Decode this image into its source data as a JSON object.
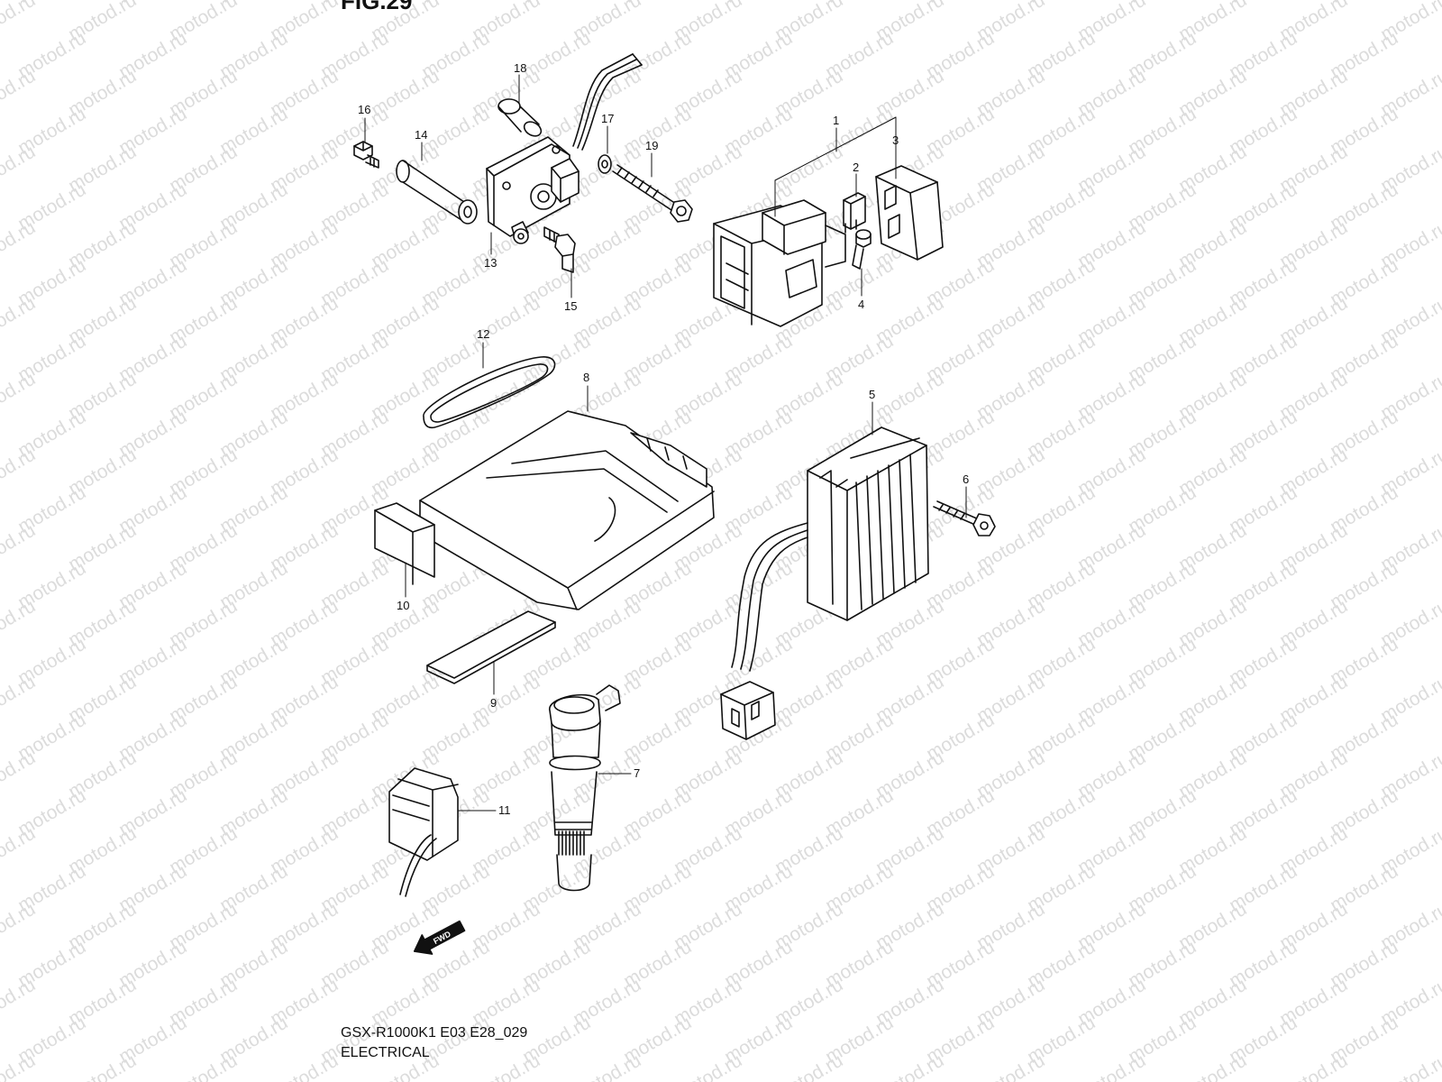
{
  "figure": {
    "title": "FIG.29",
    "model_code": "GSX-R1000K1 E03 E28_029",
    "section": "ELECTRICAL",
    "watermark": "motod.ru",
    "direction_marker": "FWD"
  },
  "callouts": [
    {
      "id": "1",
      "label": "1"
    },
    {
      "id": "2",
      "label": "2"
    },
    {
      "id": "3",
      "label": "3"
    },
    {
      "id": "4",
      "label": "4"
    },
    {
      "id": "5",
      "label": "5"
    },
    {
      "id": "6",
      "label": "6"
    },
    {
      "id": "7",
      "label": "7"
    },
    {
      "id": "8",
      "label": "8"
    },
    {
      "id": "9",
      "label": "9"
    },
    {
      "id": "10",
      "label": "10"
    },
    {
      "id": "11",
      "label": "11"
    },
    {
      "id": "12",
      "label": "12"
    },
    {
      "id": "13",
      "label": "13"
    },
    {
      "id": "14",
      "label": "14"
    },
    {
      "id": "15",
      "label": "15"
    },
    {
      "id": "16",
      "label": "16"
    },
    {
      "id": "17",
      "label": "17"
    },
    {
      "id": "18",
      "label": "18"
    },
    {
      "id": "19",
      "label": "19"
    }
  ]
}
